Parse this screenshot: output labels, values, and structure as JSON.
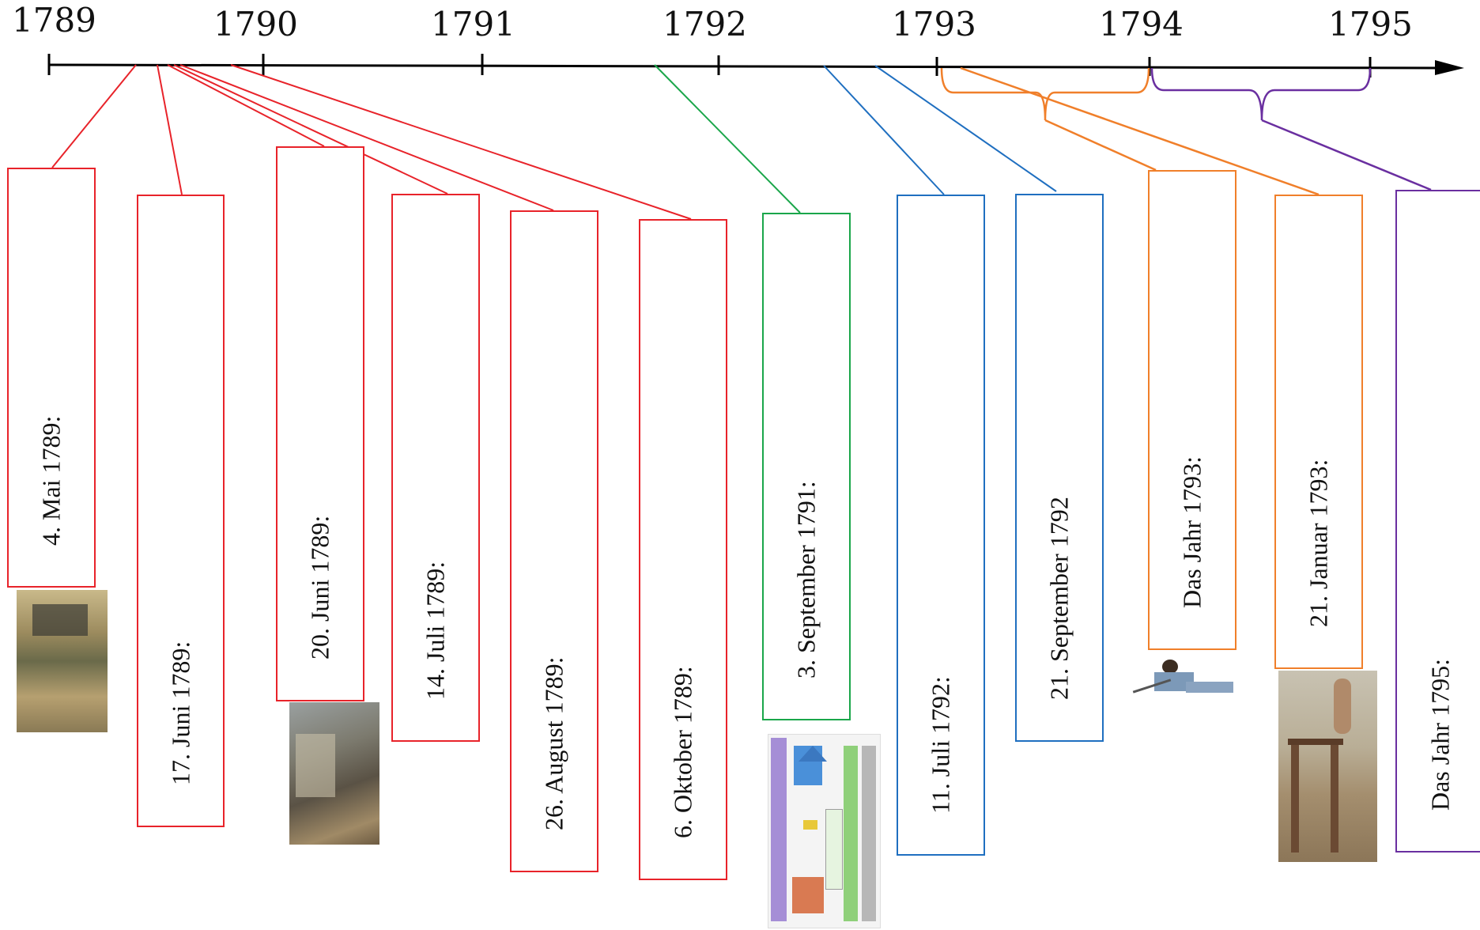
{
  "timeline": {
    "years": [
      "1789",
      "1790",
      "1791",
      "1792",
      "1793",
      "1794",
      "1795"
    ]
  },
  "colors": {
    "axis": "#000000",
    "red": "#e8232a",
    "green": "#1aa64a",
    "blue": "#1f6fc0",
    "orange": "#f07f2a",
    "purple": "#6a2fa0"
  },
  "events": [
    {
      "id": "mai-1789",
      "label": "4. Mai 1789:",
      "color": "red",
      "image": "Generalstände painting"
    },
    {
      "id": "juni17-1789",
      "label": "17. Juni 1789:",
      "color": "red"
    },
    {
      "id": "juni20-1789",
      "label": "20. Juni 1789:",
      "color": "red",
      "image": "Bastille painting"
    },
    {
      "id": "juli14-1789",
      "label": "14. Juli 1789:",
      "color": "red"
    },
    {
      "id": "aug26-1789",
      "label": "26. August 1789:",
      "color": "red"
    },
    {
      "id": "okt6-1789",
      "label": "6. Oktober 1789:",
      "color": "red"
    },
    {
      "id": "sep3-1791",
      "label": "3. September 1791:",
      "color": "green",
      "image": "Verfassung diagram"
    },
    {
      "id": "juli11-1792",
      "label": "11. Juli 1792:",
      "color": "blue"
    },
    {
      "id": "sep21-1792",
      "label": "21. September 1792",
      "color": "blue"
    },
    {
      "id": "jahr-1793",
      "label": "Das Jahr 1793:",
      "color": "orange",
      "image": "Sansculotte figure"
    },
    {
      "id": "jan21-1793",
      "label": "21. Januar 1793:",
      "color": "orange",
      "image": "Guillotine painting"
    },
    {
      "id": "jahr-1795",
      "label": "Das Jahr 1795:",
      "color": "purple"
    }
  ]
}
